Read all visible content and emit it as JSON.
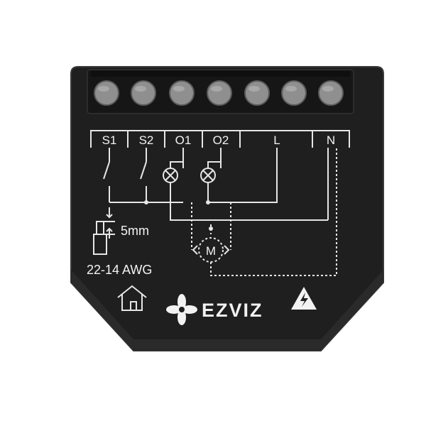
{
  "terminals": [
    "S1",
    "S2",
    "O1",
    "O2",
    "L",
    "N"
  ],
  "motor_label": "M",
  "wire_strip_length": "5mm",
  "wire_gauge": "22-14 AWG",
  "brand": "EZVIZ",
  "icons": [
    "home-icon",
    "ezviz-logo-icon",
    "high-voltage-warning-icon"
  ],
  "colors": {
    "body": "#1e1e1e",
    "body_edge": "#2b2b2b",
    "screw": "#8f8f8f",
    "print": "#f2f2f2"
  }
}
